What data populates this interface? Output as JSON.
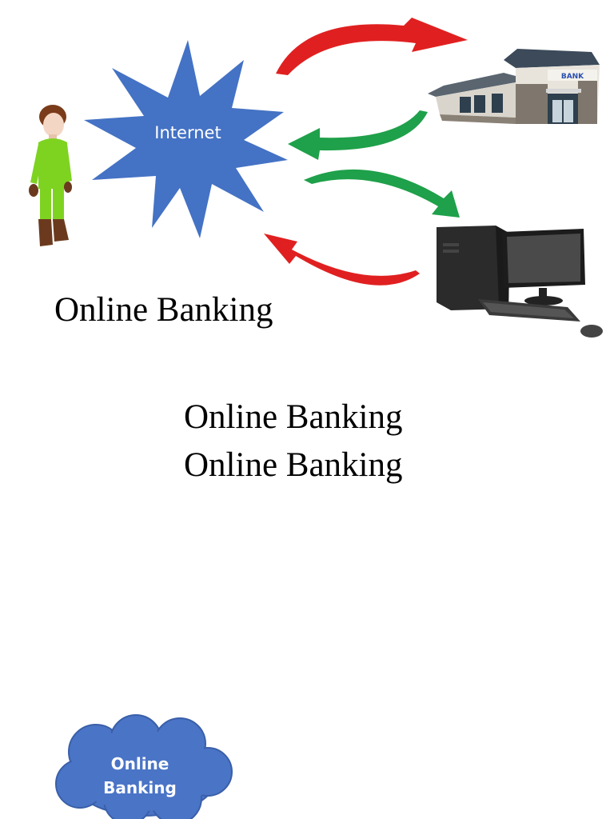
{
  "diagram": {
    "internet_label": "Internet",
    "bank_sign": "BANK",
    "caption_small": "Online Banking",
    "title_lines": [
      "Online Banking",
      "Online Banking"
    ],
    "cloud_label_lines": [
      "Online",
      "Banking"
    ]
  },
  "colors": {
    "star_fill": "#4472c4",
    "arrow_red": "#e02020",
    "arrow_green": "#1fa04a",
    "cloud_fill": "#4a74c6"
  }
}
